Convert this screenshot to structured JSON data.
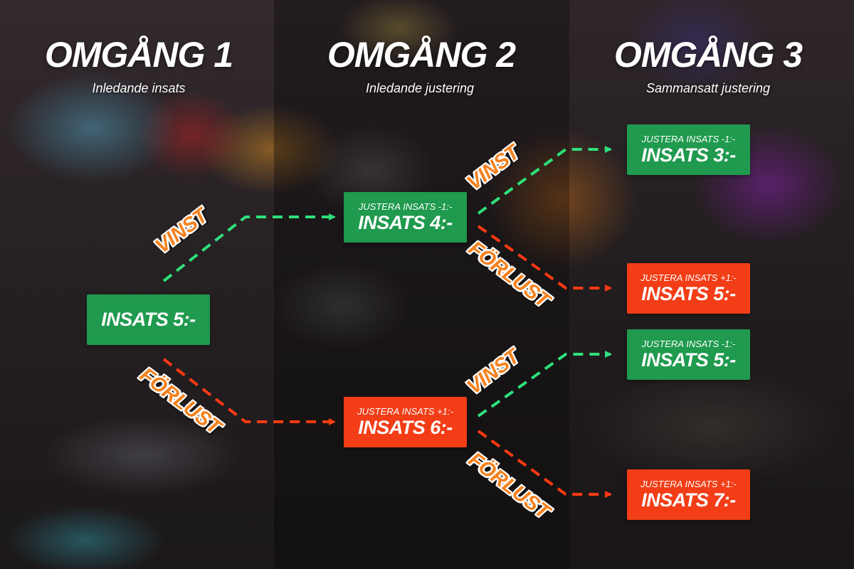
{
  "rounds": [
    {
      "title": "OMGÅNG 1",
      "subtitle": "Inledande insats"
    },
    {
      "title": "OMGÅNG 2",
      "subtitle": "Inledande justering"
    },
    {
      "title": "OMGÅNG 3",
      "subtitle": "Sammansatt justering"
    }
  ],
  "nodes": {
    "start": {
      "stake": "INSATS 5:-"
    },
    "r2_win": {
      "adjust": "JUSTERA INSATS -1:-",
      "stake": "INSATS 4:-"
    },
    "r2_loss": {
      "adjust": "JUSTERA INSATS +1:-",
      "stake": "INSATS 6:-"
    },
    "r3_win_win": {
      "adjust": "JUSTERA INSATS -1:-",
      "stake": "INSATS 3:-"
    },
    "r3_win_loss": {
      "adjust": "JUSTERA INSATS +1:-",
      "stake": "INSATS 5:-"
    },
    "r3_loss_win": {
      "adjust": "JUSTERA INSATS -1:-",
      "stake": "INSATS 5:-"
    },
    "r3_loss_loss": {
      "adjust": "JUSTERA INSATS +1:-",
      "stake": "INSATS 7:-"
    }
  },
  "labels": {
    "win": "VINST",
    "loss": "FÖRLUST"
  },
  "colors": {
    "win": "#1f9a4e",
    "loss": "#f23d16",
    "win_line": "#2ee07a",
    "loss_line": "#ff3a12",
    "tag": "#f5821f"
  }
}
